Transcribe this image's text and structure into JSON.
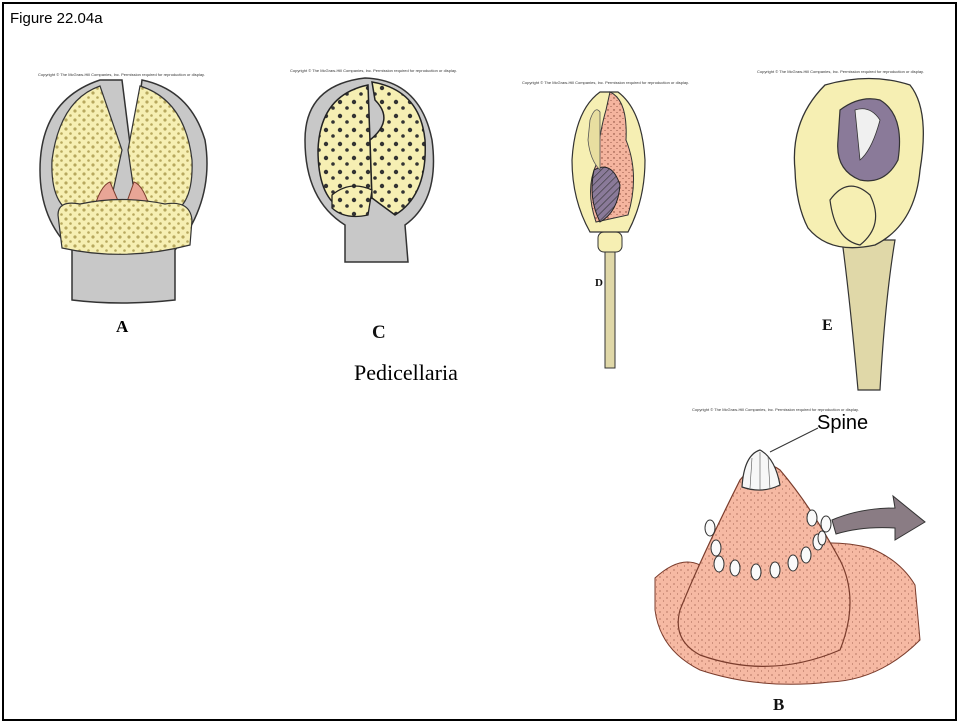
{
  "figure_label": "Figure 22.04a",
  "copyright": {
    "a": "Copyright © The McGraw-Hill Companies, Inc. Permission required for reproduction or display.",
    "c": "Copyright © The McGraw-Hill Companies, Inc. Permission required for reproduction or display.",
    "d": "Copyright © The McGraw-Hill Companies, Inc. Permission required for reproduction or display.",
    "e": "Copyright © The McGraw-Hill Companies, Inc. Permission required for reproduction or display.",
    "b": "Copyright © The McGraw-Hill Companies, Inc. Permission required for reproduction or display."
  },
  "panels": {
    "a": "A",
    "c": "C",
    "d": "D",
    "e": "E",
    "b": "B"
  },
  "caption": "Pedicellaria",
  "spine_label": "Spine",
  "colors": {
    "valve_yellow": "#f6efb3",
    "base_gray": "#c8c8c8",
    "muscle_pink": "#e8a596",
    "tissue_salmon": "#f4b49e",
    "valve_purple": "#8a7a99",
    "arrow_gray": "#8a7c84"
  }
}
